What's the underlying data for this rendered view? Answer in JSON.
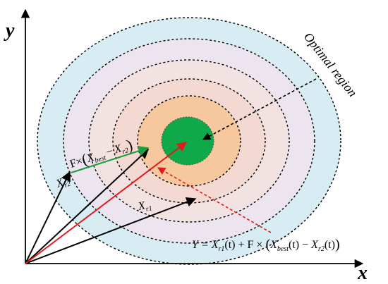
{
  "axes": {
    "x_label": "x",
    "y_label": "y"
  },
  "annotations": {
    "optimal_region": "Optimal region",
    "f_term": {
      "prefix": "F×",
      "x": "X",
      "best_sub": "best",
      "minus": "−",
      "r2_sub": "r2",
      "lparen": "(",
      "rparen": ")"
    },
    "xr2": {
      "x": "X",
      "sub": "r2"
    },
    "xr1": {
      "x": "X",
      "sub": "r1"
    },
    "formula": {
      "lhs": "Y = ",
      "x1": "X",
      "x1_sub": "r1",
      "t1": "(t)",
      "plus": " + F × ",
      "lp": "(",
      "x2": "X",
      "x2_sub": "best",
      "t2": "(t)",
      "minus": " − ",
      "x3": "X",
      "x3_sub": "r2",
      "t3": "(t)",
      "rp": ")"
    }
  },
  "colors": {
    "ring1": "#d8ecf3",
    "ring2": "#ece4ee",
    "ring3": "#f3e2e2",
    "ring4": "#f4d8d2",
    "ring5": "#f7c89e",
    "optimal": "#0fa94a",
    "red_arrow": "#e01b1b",
    "green_arrow": "#1f9e45",
    "black": "#000000"
  }
}
